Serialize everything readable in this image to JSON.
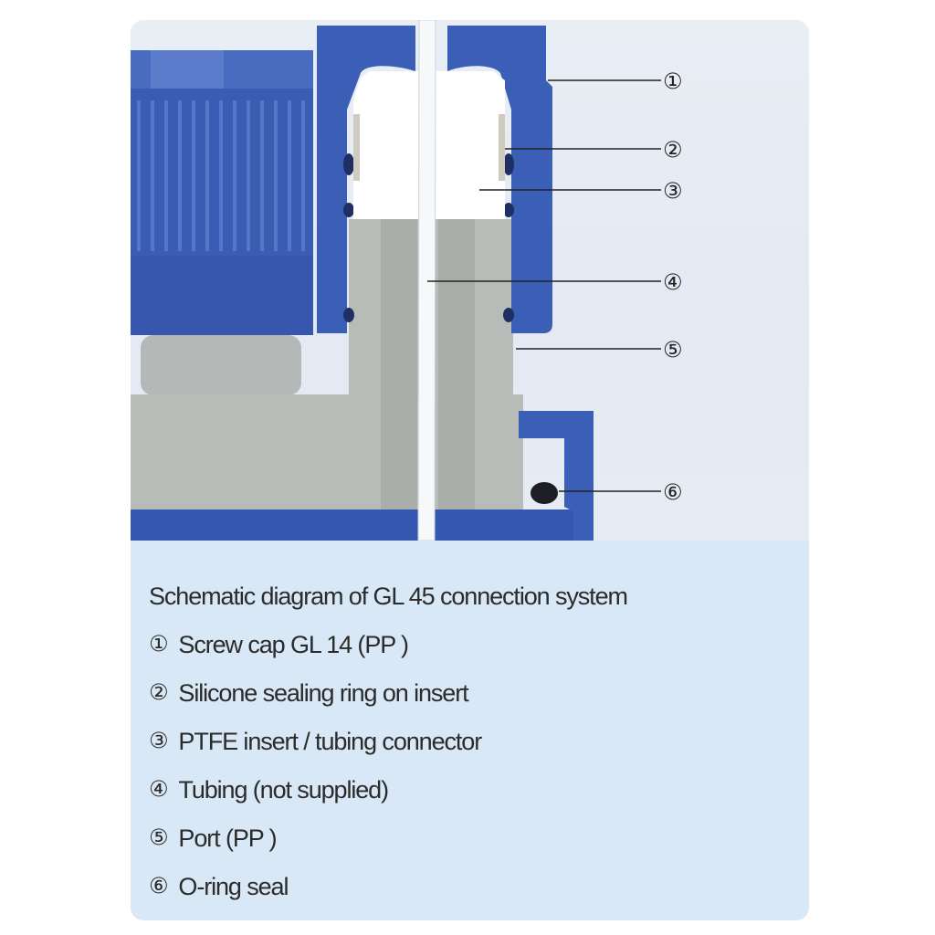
{
  "figure": {
    "callouts": [
      "①",
      "②",
      "③",
      "④",
      "⑤",
      "⑥"
    ],
    "colors": {
      "cap_blue": "#3b5fb6",
      "port_grey": "#b8bcb9",
      "insert_white": "#ffffff",
      "panel": "#d9e8f6"
    }
  },
  "caption": {
    "title": "Schematic diagram of GL 45 connection system",
    "items": [
      {
        "num": "①",
        "label": "Screw cap GL 14 (PP )"
      },
      {
        "num": "②",
        "label": "Silicone sealing ring on insert"
      },
      {
        "num": "③",
        "label": "PTFE insert / tubing connector"
      },
      {
        "num": "④",
        "label": "Tubing (not supplied)"
      },
      {
        "num": "⑤",
        "label": "Port (PP )"
      },
      {
        "num": "⑥",
        "label": "O-ring seal"
      }
    ]
  }
}
